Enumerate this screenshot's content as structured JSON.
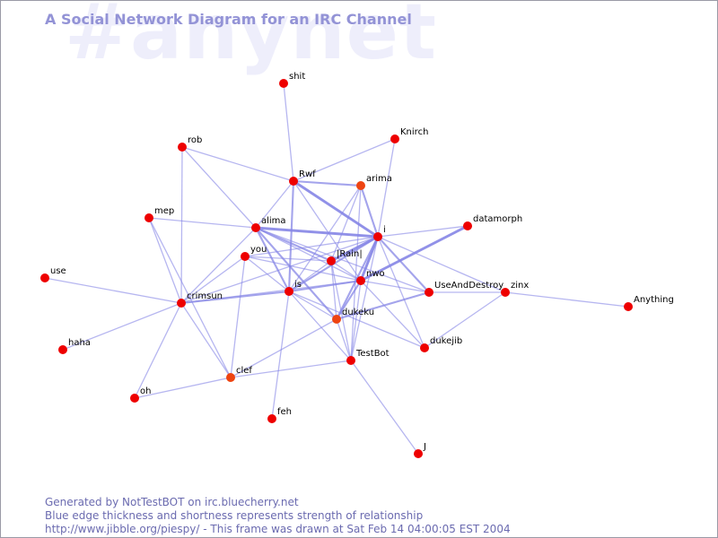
{
  "watermark": "#anynet",
  "title": "A Social Network Diagram for an IRC Channel",
  "footer": {
    "line1": "Generated by NotTestBOT on irc.bluecherry.net",
    "line2": "Blue edge thickness and shortness represents strength of relationship",
    "line3": "http://www.jibble.org/piespy/ - This frame was drawn at Sat Feb 14 04:00:05 EST 2004"
  },
  "colors": {
    "edge": "#8585e6",
    "node": "#ee0000",
    "node_recent": "#ee4411",
    "title": "#9393d6",
    "footer": "#6b6bb0",
    "watermark": "#eeeefb"
  },
  "nodes": [
    {
      "id": "shit",
      "label": "shit"
    },
    {
      "id": "Knirch",
      "label": "Knirch"
    },
    {
      "id": "rob",
      "label": "rob"
    },
    {
      "id": "Rwf",
      "label": "Rwf"
    },
    {
      "id": "arima",
      "label": "arima"
    },
    {
      "id": "mep",
      "label": "mep"
    },
    {
      "id": "alima",
      "label": "alima"
    },
    {
      "id": "datamorph",
      "label": "datamorph"
    },
    {
      "id": "i",
      "label": "i"
    },
    {
      "id": "you",
      "label": "you"
    },
    {
      "id": "Rain",
      "label": "|Rain|"
    },
    {
      "id": "use",
      "label": "use"
    },
    {
      "id": "nwo",
      "label": "nwo"
    },
    {
      "id": "UseAndDestroy",
      "label": "UseAndDestroy"
    },
    {
      "id": "zinx",
      "label": "zinx"
    },
    {
      "id": "is",
      "label": "is"
    },
    {
      "id": "crimsun",
      "label": "crimsun"
    },
    {
      "id": "Anything",
      "label": "Anything"
    },
    {
      "id": "dukeku",
      "label": "dukeku"
    },
    {
      "id": "haha",
      "label": "haha"
    },
    {
      "id": "dukejib",
      "label": "dukejib"
    },
    {
      "id": "TestBot",
      "label": "TestBot"
    },
    {
      "id": "clef",
      "label": "clef"
    },
    {
      "id": "oh",
      "label": "oh"
    },
    {
      "id": "feh",
      "label": "feh"
    },
    {
      "id": "J",
      "label": "J"
    }
  ],
  "edges": [
    {
      "source": "shit",
      "target": "Rwf",
      "weight": 1
    },
    {
      "source": "Knirch",
      "target": "Rwf",
      "weight": 1
    },
    {
      "source": "Knirch",
      "target": "i",
      "weight": 1
    },
    {
      "source": "rob",
      "target": "Rwf",
      "weight": 1
    },
    {
      "source": "rob",
      "target": "crimsun",
      "weight": 1
    },
    {
      "source": "rob",
      "target": "alima",
      "weight": 1
    },
    {
      "source": "Rwf",
      "target": "arima",
      "weight": 2
    },
    {
      "source": "Rwf",
      "target": "i",
      "weight": 3
    },
    {
      "source": "Rwf",
      "target": "alima",
      "weight": 1
    },
    {
      "source": "Rwf",
      "target": "is",
      "weight": 2
    },
    {
      "source": "Rwf",
      "target": "nwo",
      "weight": 1
    },
    {
      "source": "arima",
      "target": "i",
      "weight": 2
    },
    {
      "source": "arima",
      "target": "is",
      "weight": 1
    },
    {
      "source": "arima",
      "target": "Rain",
      "weight": 1
    },
    {
      "source": "arima",
      "target": "TestBot",
      "weight": 1
    },
    {
      "source": "mep",
      "target": "alima",
      "weight": 1
    },
    {
      "source": "mep",
      "target": "crimsun",
      "weight": 1
    },
    {
      "source": "mep",
      "target": "clef",
      "weight": 1
    },
    {
      "source": "alima",
      "target": "i",
      "weight": 3
    },
    {
      "source": "alima",
      "target": "Rain",
      "weight": 2
    },
    {
      "source": "alima",
      "target": "nwo",
      "weight": 1
    },
    {
      "source": "alima",
      "target": "crimsun",
      "weight": 1
    },
    {
      "source": "alima",
      "target": "is",
      "weight": 2
    },
    {
      "source": "alima",
      "target": "UseAndDestroy",
      "weight": 1
    },
    {
      "source": "alima",
      "target": "dukeku",
      "weight": 2
    },
    {
      "source": "datamorph",
      "target": "i",
      "weight": 1
    },
    {
      "source": "datamorph",
      "target": "nwo",
      "weight": 3
    },
    {
      "source": "i",
      "target": "Rain",
      "weight": 3
    },
    {
      "source": "i",
      "target": "nwo",
      "weight": 3
    },
    {
      "source": "i",
      "target": "is",
      "weight": 2
    },
    {
      "source": "i",
      "target": "you",
      "weight": 1
    },
    {
      "source": "i",
      "target": "dukeku",
      "weight": 2
    },
    {
      "source": "i",
      "target": "UseAndDestroy",
      "weight": 2
    },
    {
      "source": "i",
      "target": "TestBot",
      "weight": 1
    },
    {
      "source": "i",
      "target": "dukejib",
      "weight": 1
    },
    {
      "source": "i",
      "target": "crimsun",
      "weight": 1
    },
    {
      "source": "i",
      "target": "zinx",
      "weight": 1
    },
    {
      "source": "you",
      "target": "Rain",
      "weight": 1
    },
    {
      "source": "you",
      "target": "is",
      "weight": 1
    },
    {
      "source": "you",
      "target": "nwo",
      "weight": 1
    },
    {
      "source": "you",
      "target": "crimsun",
      "weight": 1
    },
    {
      "source": "you",
      "target": "clef",
      "weight": 1
    },
    {
      "source": "Rain",
      "target": "nwo",
      "weight": 1
    },
    {
      "source": "Rain",
      "target": "is",
      "weight": 1
    },
    {
      "source": "Rain",
      "target": "dukeku",
      "weight": 1
    },
    {
      "source": "Rain",
      "target": "TestBot",
      "weight": 1
    },
    {
      "source": "use",
      "target": "crimsun",
      "weight": 1
    },
    {
      "source": "nwo",
      "target": "is",
      "weight": 2
    },
    {
      "source": "nwo",
      "target": "dukeku",
      "weight": 2
    },
    {
      "source": "nwo",
      "target": "UseAndDestroy",
      "weight": 1
    },
    {
      "source": "nwo",
      "target": "TestBot",
      "weight": 1
    },
    {
      "source": "nwo",
      "target": "dukejib",
      "weight": 1
    },
    {
      "source": "nwo",
      "target": "crimsun",
      "weight": 1
    },
    {
      "source": "UseAndDestroy",
      "target": "dukeku",
      "weight": 2
    },
    {
      "source": "UseAndDestroy",
      "target": "zinx",
      "weight": 1
    },
    {
      "source": "zinx",
      "target": "Anything",
      "weight": 1
    },
    {
      "source": "zinx",
      "target": "dukejib",
      "weight": 1
    },
    {
      "source": "is",
      "target": "crimsun",
      "weight": 2
    },
    {
      "source": "is",
      "target": "dukeku",
      "weight": 1
    },
    {
      "source": "is",
      "target": "TestBot",
      "weight": 1
    },
    {
      "source": "is",
      "target": "dukejib",
      "weight": 1
    },
    {
      "source": "is",
      "target": "feh",
      "weight": 1
    },
    {
      "source": "crimsun",
      "target": "haha",
      "weight": 1
    },
    {
      "source": "crimsun",
      "target": "oh",
      "weight": 1
    },
    {
      "source": "crimsun",
      "target": "clef",
      "weight": 1
    },
    {
      "source": "dukeku",
      "target": "clef",
      "weight": 1
    },
    {
      "source": "dukeku",
      "target": "TestBot",
      "weight": 1
    },
    {
      "source": "TestBot",
      "target": "clef",
      "weight": 1
    },
    {
      "source": "TestBot",
      "target": "J",
      "weight": 1
    },
    {
      "source": "clef",
      "target": "oh",
      "weight": 1
    }
  ]
}
